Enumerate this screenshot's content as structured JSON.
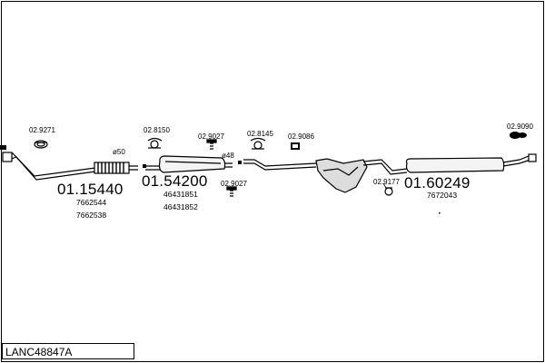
{
  "title": "LANC48847A",
  "parts": {
    "p1_number": "01.15440",
    "p1_ref_a": "7662544",
    "p1_ref_b": "7662538",
    "p2_number": "01.54200",
    "p2_ref_a": "46431851",
    "p2_ref_b": "46431852",
    "p3_number": "01.60249",
    "p3_ref_a": "7672043"
  },
  "fittings": {
    "f1": "02.9271",
    "f2": "02.8150",
    "f3": "02.9027",
    "f4": "02.9027",
    "f5": "02.8145",
    "f6": "02.9086",
    "f7": "02.9177",
    "f8": "02.9090"
  },
  "diameters": {
    "d1": "ø50",
    "d2": "ø48"
  }
}
